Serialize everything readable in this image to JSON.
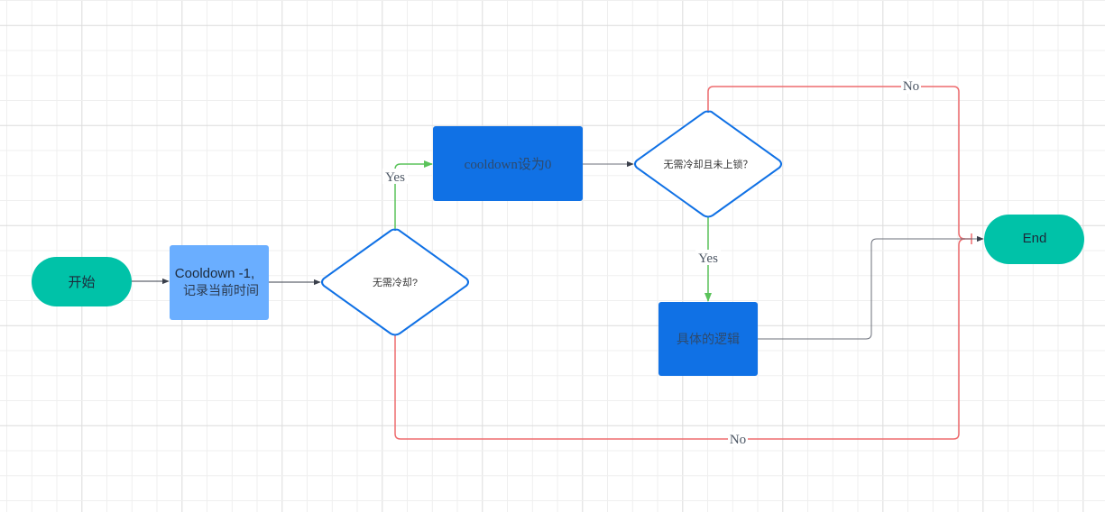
{
  "diagram": {
    "type": "flowchart",
    "colors": {
      "terminal_fill": "#00c2a8",
      "process_light_fill": "#6aaeff",
      "process_dark_fill": "#1071e5",
      "decision_stroke": "#1071e5",
      "decision_fill": "#ffffff",
      "yes_line": "#5ac35a",
      "no_line": "#ee6b6e",
      "default_line": "#6b6f7a",
      "arrow_dark": "#3a3f4b",
      "text_dark": "#1c2a3b",
      "label_text": "#4b5563",
      "grid_minor": "#eeeeee",
      "grid_major": "#dddddd"
    },
    "nodes": {
      "start": {
        "label": "开始",
        "shape": "terminal"
      },
      "cooldown_step": {
        "line1": "Cooldown -1,",
        "line2": "记录当前时间",
        "shape": "process"
      },
      "decision_1": {
        "label": "无需冷却?",
        "shape": "decision"
      },
      "set_zero": {
        "label": "cooldown设为0",
        "shape": "process"
      },
      "decision_2": {
        "label": "无需冷却且未上锁？",
        "shape": "decision"
      },
      "logic": {
        "label": "具体的逻辑",
        "shape": "process"
      },
      "end": {
        "label": "End",
        "shape": "terminal"
      }
    },
    "edges": {
      "start_to_cooldown": {
        "from": "start",
        "to": "cooldown_step",
        "label": ""
      },
      "cooldown_to_decision1": {
        "from": "cooldown_step",
        "to": "decision_1",
        "label": ""
      },
      "decision1_yes": {
        "from": "decision_1",
        "to": "set_zero",
        "label": "Yes"
      },
      "decision1_no": {
        "from": "decision_1",
        "to": "end",
        "label": "No"
      },
      "setzero_to_decision2": {
        "from": "set_zero",
        "to": "decision_2",
        "label": ""
      },
      "decision2_yes": {
        "from": "decision_2",
        "to": "logic",
        "label": "Yes"
      },
      "decision2_no": {
        "from": "decision_2",
        "to": "end",
        "label": "No"
      },
      "logic_to_end": {
        "from": "logic",
        "to": "end",
        "label": ""
      }
    }
  }
}
